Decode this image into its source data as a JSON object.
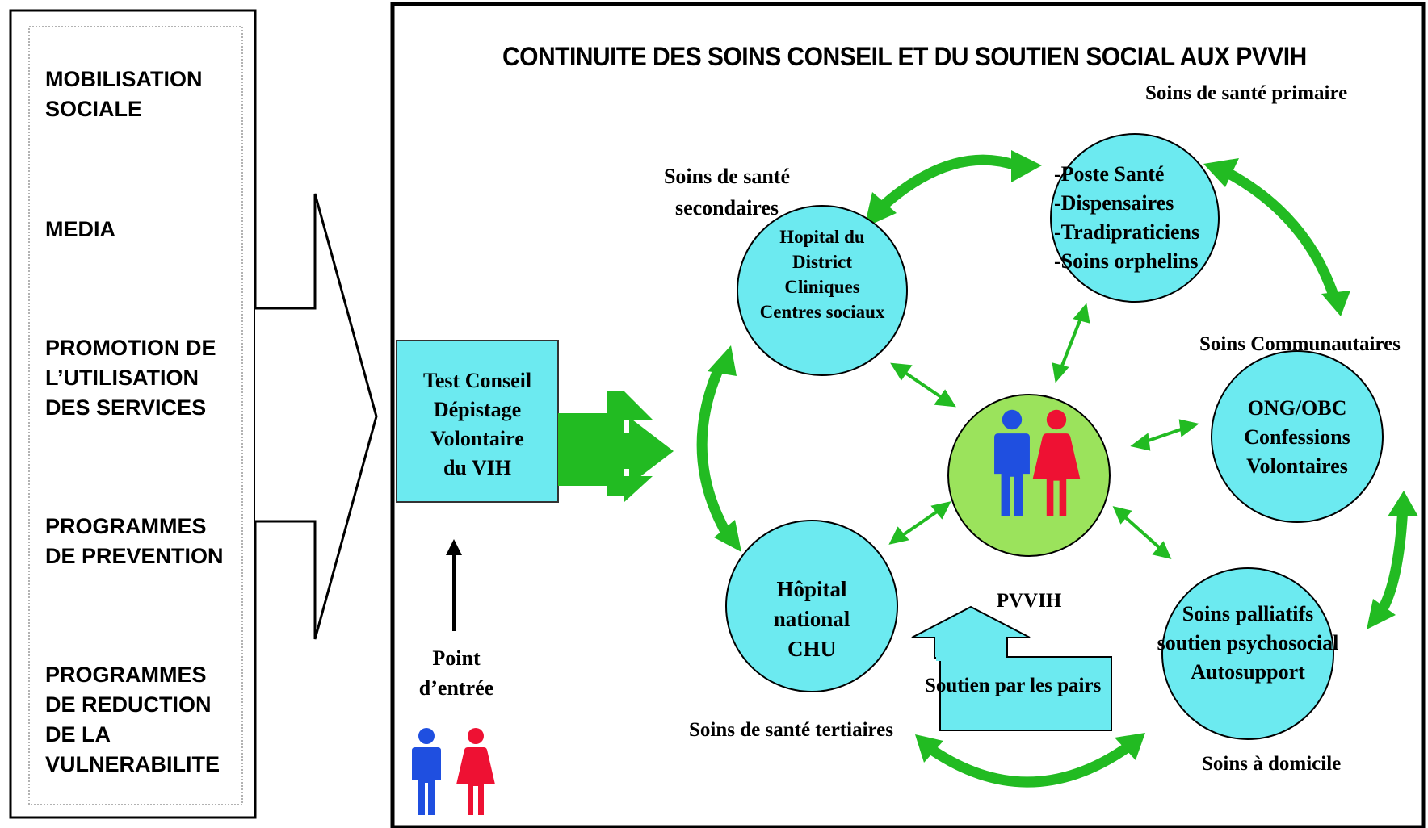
{
  "left_panel": {
    "items": [
      "MOBILISATION\nSOCIALE",
      "MEDIA",
      "PROMOTION DE\nL’UTILISATION\nDES SERVICES",
      "PROGRAMMES\nDE PREVENTION",
      "PROGRAMMES\nDE REDUCTION\nDE LA\nVULNERABILITE"
    ]
  },
  "title": "CONTINUITE DES SOINS  CONSEIL ET DU SOUTIEN SOCIAL AUX PVVIH",
  "entry_box": "Test Conseil\nDépistage\nVolontaire\ndu VIH",
  "entry_point": "Point\nd’entrée",
  "levels": {
    "primary": "Soins de santé primaire",
    "secondary": "Soins de santé\nsecondaires",
    "tertiary": "Soins de santé tertiaires",
    "community": "Soins Communautaires",
    "home": "Soins à domicile"
  },
  "circles": {
    "district": "Hopital du\nDistrict\nCliniques\nCentres sociaux",
    "primary_posts": "-Poste Santé\n-Dispensaires\n-Tradipraticiens\n-Soins orphelins",
    "ong": "ONG/OBC\nConfessions\nVolontaires",
    "national": "Hôpital\nnational\nCHU",
    "palliative": "Soins palliatifs\nsoutien psychosocial\nAutosupport"
  },
  "center": {
    "label": "PVVIH"
  },
  "peer_support": "Soutien par les pairs",
  "colors": {
    "circle_fill": "#6ceaf0",
    "center_fill": "#9be35c",
    "arrow_green": "#22bb22",
    "person_male": "#1f4fe0",
    "person_female": "#ee1133"
  }
}
